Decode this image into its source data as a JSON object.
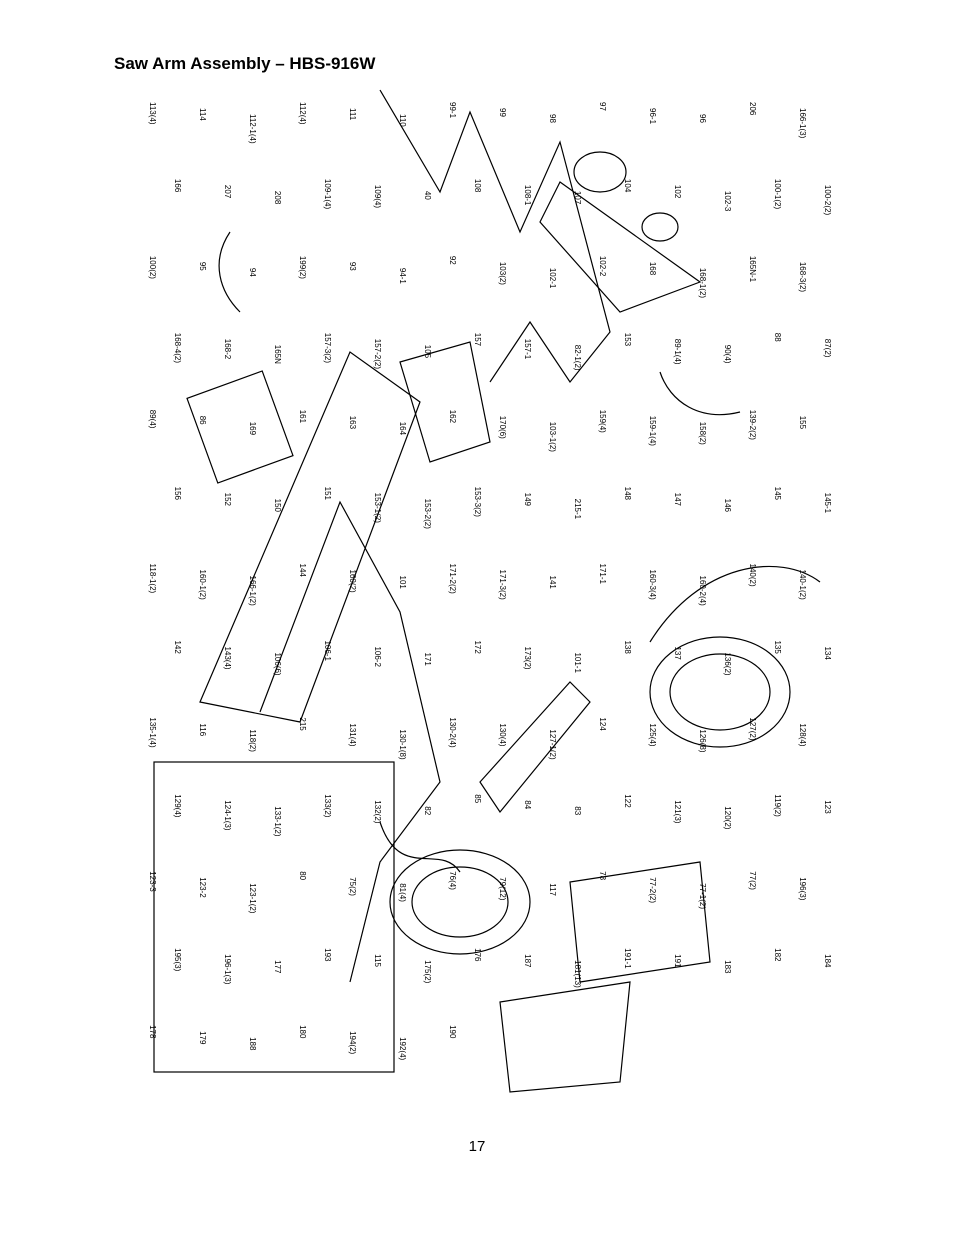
{
  "title": "Saw Arm Assembly – HBS-916W",
  "page_number": "17",
  "part_labels": [
    "113(4)",
    "114",
    "112-1(4)",
    "112(4)",
    "111",
    "110",
    "99-1",
    "99",
    "98",
    "97",
    "96-1",
    "96",
    "206",
    "166-1(3)",
    "166",
    "207",
    "208",
    "109-1(4)",
    "109(4)",
    "40",
    "108",
    "108-1",
    "107",
    "104",
    "102",
    "102-3",
    "100-1(2)",
    "100-2(2)",
    "100(2)",
    "95",
    "94",
    "199(2)",
    "93",
    "94-1",
    "92",
    "103(2)",
    "102-1",
    "102-2",
    "168",
    "168-1(2)",
    "165N-1",
    "168-3(2)",
    "168-4(2)",
    "168-2",
    "165N",
    "157-3(2)",
    "157-2(2)",
    "105",
    "157",
    "157-1",
    "82-1(2)",
    "153",
    "89-1(4)",
    "90(4)",
    "88",
    "87(2)",
    "89(4)",
    "86",
    "169",
    "161",
    "163",
    "164",
    "162",
    "170(6)",
    "103-1(2)",
    "159(4)",
    "159-1(4)",
    "158(2)",
    "139-2(2)",
    "155",
    "156",
    "152",
    "150",
    "151",
    "153-1(2)",
    "153-2(2)",
    "153-3(2)",
    "149",
    "215-1",
    "148",
    "147",
    "146",
    "145",
    "145-1",
    "118-1(2)",
    "160-1(2)",
    "166-1(2)",
    "144",
    "160(2)",
    "101",
    "171-2(2)",
    "171-3(2)",
    "141",
    "171-1",
    "160-3(4)",
    "160-2(4)",
    "140(2)",
    "140-1(2)",
    "142",
    "143(4)",
    "106(6)",
    "106-1",
    "106-2",
    "171",
    "172",
    "173(2)",
    "101-1",
    "138",
    "137",
    "136(2)",
    "135",
    "134",
    "135-1(4)",
    "116",
    "118(2)",
    "215",
    "131(4)",
    "130-1(8)",
    "130-2(4)",
    "130(4)",
    "127-1(2)",
    "124",
    "125(4)",
    "126(8)",
    "127(2)",
    "128(4)",
    "129(4)",
    "124-1(3)",
    "133-1(2)",
    "133(2)",
    "132(2)",
    "82",
    "85",
    "84",
    "83",
    "122",
    "121(3)",
    "120(2)",
    "119(2)",
    "123",
    "123-3",
    "123-2",
    "123-1(2)",
    "80",
    "75(2)",
    "81(4)",
    "76(4)",
    "79(12)",
    "117",
    "78",
    "77-2(2)",
    "77-1(2)",
    "77(2)",
    "196(3)",
    "195(3)",
    "196-1(3)",
    "177",
    "193",
    "115",
    "175(2)",
    "176",
    "187",
    "181(13)",
    "191-1",
    "191",
    "183",
    "182",
    "184",
    "178",
    "179",
    "188",
    "180",
    "194(2)",
    "192(4)",
    "190"
  ],
  "colors": {
    "line": "#000000",
    "background": "#ffffff"
  }
}
